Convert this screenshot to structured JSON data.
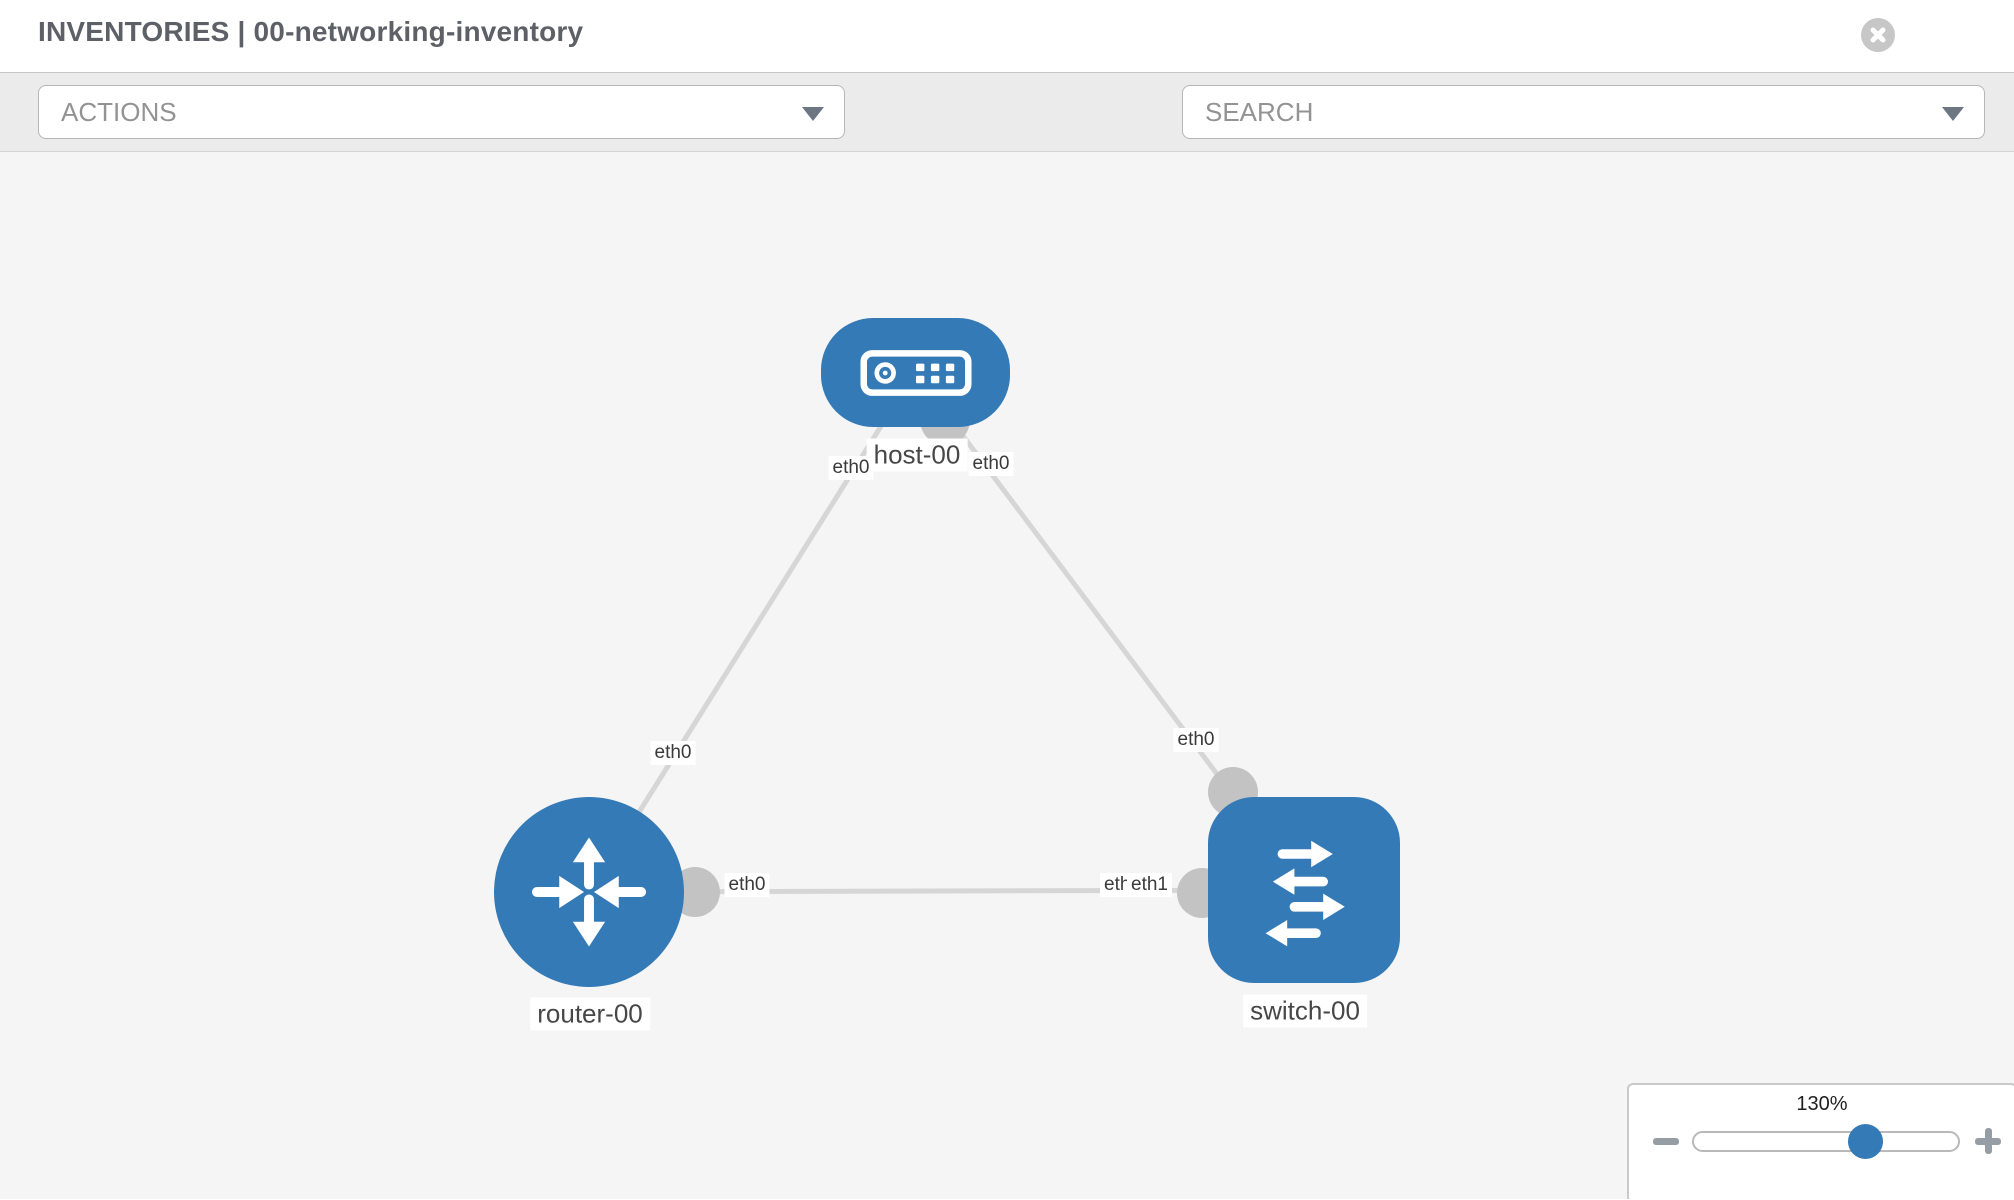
{
  "header": {
    "title_prefix": "INVENTORIES",
    "separator": "|",
    "inventory_name": "00-networking-inventory"
  },
  "toolbar": {
    "actions_label": "ACTIONS",
    "search_label": "SEARCH"
  },
  "canvas": {
    "nodes": [
      {
        "id": "host-00",
        "label": "host-00",
        "type": "host"
      },
      {
        "id": "router-00",
        "label": "router-00",
        "type": "router"
      },
      {
        "id": "switch-00",
        "label": "switch-00",
        "type": "switch"
      }
    ],
    "links": [
      {
        "source": "host-00",
        "source_interface": "eth0",
        "target": "router-00",
        "target_interface": "eth0"
      },
      {
        "source": "host-00",
        "source_interface": "eth0",
        "target": "switch-00",
        "target_interface": "eth0"
      },
      {
        "source": "router-00",
        "source_interface": "eth0",
        "target": "switch-00",
        "target_interface": "eth1"
      }
    ],
    "overlapping_label": "eth1"
  },
  "zoom": {
    "level": "130%"
  },
  "colors": {
    "accent": "#337ab7",
    "port": "#c3c3c3",
    "link": "#d6d6d6"
  }
}
